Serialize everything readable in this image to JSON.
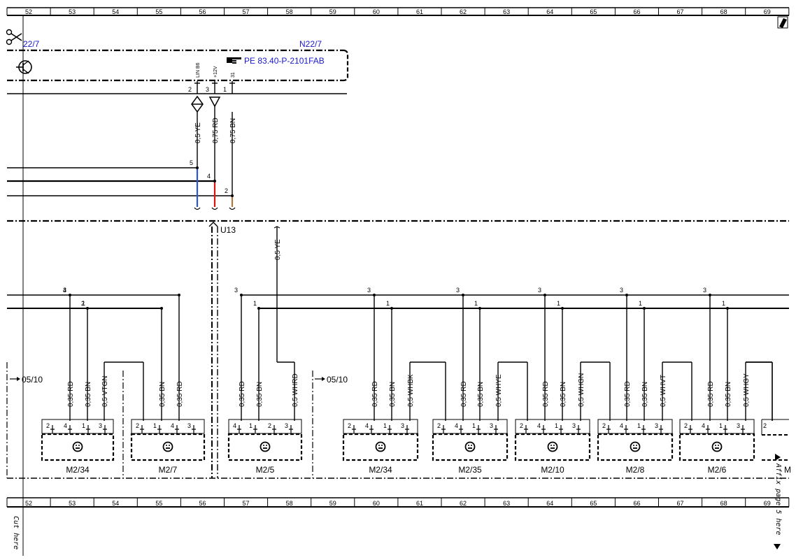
{
  "grid_top": [
    "52",
    "53",
    "54",
    "55",
    "56",
    "57",
    "58",
    "59",
    "60",
    "61",
    "62",
    "63",
    "64",
    "65",
    "66",
    "67",
    "68",
    "69"
  ],
  "grid_bottom": [
    "52",
    "53",
    "54",
    "55",
    "56",
    "57",
    "58",
    "59",
    "60",
    "61",
    "62",
    "63",
    "64",
    "65",
    "66",
    "67",
    "68",
    "69"
  ],
  "control_unit": {
    "left_label": "22/7",
    "right_label": "N22/7",
    "ref": "PE 83.40-P-2101FAB",
    "pins": [
      {
        "signal": "LIN B6",
        "num": "2"
      },
      {
        "signal": "+12V",
        "num": "3"
      },
      {
        "signal": "31",
        "num": "1"
      }
    ]
  },
  "upper_wires": [
    {
      "label": "0,5 YE",
      "color": "#2a55d8",
      "junction": "5"
    },
    {
      "label": "0,75 RD",
      "color": "#e01010",
      "junction": "4"
    },
    {
      "label": "0,75 BN",
      "color": "#b07840",
      "junction": "2"
    }
  ],
  "connector_label": "U13",
  "u13_wire": "0,5 YE",
  "bus_left": {
    "top": "4",
    "bottom": "2"
  },
  "bus_right": {
    "top": "3",
    "bottom": "1"
  },
  "ref_left": "05/10",
  "ref_right": "05/10",
  "motors": [
    {
      "name": "M2/34",
      "wires": [
        "0,35 RD",
        "0,35 BN",
        "0,5 VTGN"
      ],
      "pins": [
        "2",
        "4",
        "1",
        "3"
      ]
    },
    {
      "name": "M2/7",
      "wires": [
        "0,35 BN",
        "0,35 RD"
      ],
      "pins": [
        "2",
        "1",
        "4",
        "3"
      ]
    },
    {
      "name": "M2/5",
      "wires": [
        "0,35 RD",
        "0,35 BN",
        "0,5 WHRD"
      ],
      "pins": [
        "4",
        "1",
        "2",
        "3"
      ]
    },
    {
      "name": "M2/34",
      "wires": [
        "0,35 RD",
        "0,35 BN",
        "0,5 WHBK"
      ],
      "pins": [
        "2",
        "4",
        "1",
        "3"
      ]
    },
    {
      "name": "M2/35",
      "wires": [
        "0,35 RD",
        "0,35 BN",
        "0,5 WHYE"
      ],
      "pins": [
        "2",
        "4",
        "1",
        "3"
      ]
    },
    {
      "name": "M2/10",
      "wires": [
        "0,35 RD",
        "0,35 BN",
        "0,5 WHGN"
      ],
      "pins": [
        "2",
        "4",
        "1",
        "3"
      ]
    },
    {
      "name": "M2/8",
      "wires": [
        "0,35 RD",
        "0,35 BN",
        "0,5 WHVT"
      ],
      "pins": [
        "2",
        "4",
        "1",
        "3"
      ]
    },
    {
      "name": "M2/6",
      "wires": [
        "0,35 RD",
        "0,35 BN",
        "0,5 WHGY"
      ],
      "pins": [
        "2",
        "4",
        "1",
        "3"
      ]
    }
  ],
  "partial_motor": {
    "name": "M",
    "pin": "2"
  },
  "affix_text": "Affix page 5 here",
  "cut_text": "Cut here"
}
